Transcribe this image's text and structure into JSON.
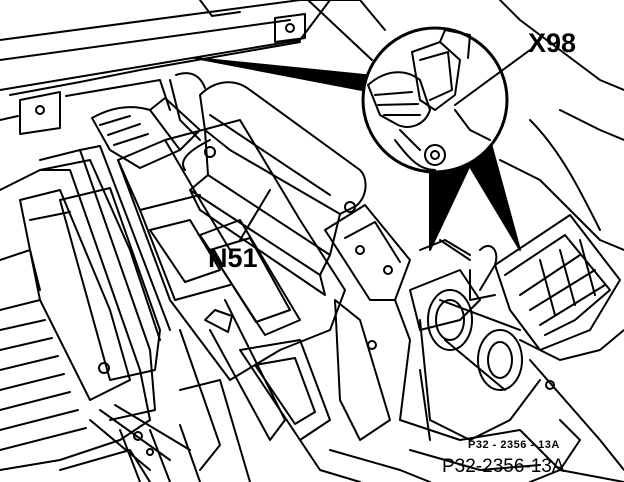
{
  "diagram": {
    "labels": {
      "x98": "X98",
      "n51": "N51",
      "ref_small": "P32 - 2356 - 13A",
      "ref_caption": "P32-2356-13A"
    },
    "colors": {
      "ink": "#000000",
      "paper": "#ffffff"
    }
  }
}
